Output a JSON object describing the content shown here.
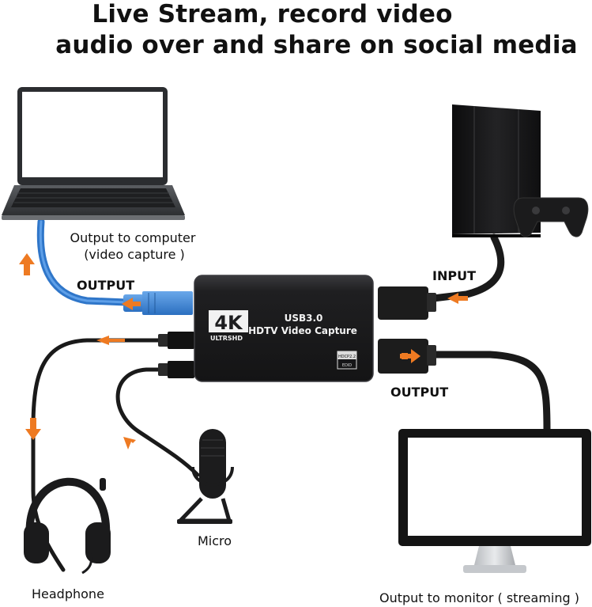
{
  "title": {
    "line1": "Live Stream, record video",
    "line2": "audio over and share on social media"
  },
  "labels": {
    "output_to_computer": "Output to computer",
    "video_capture": "(video capture )",
    "output_usb": "OUTPUT",
    "input": "INPUT",
    "output_hdmi": "OUTPUT",
    "micro": "Micro",
    "headphone": "Headphone",
    "output_to_monitor": "Output to monitor ( streaming )"
  },
  "device": {
    "badge": "4K",
    "badge_sub": "ULTRSHD",
    "usb": "USB3.0",
    "name": "HDTV Video Capture",
    "tag_top": "HDCP2.2",
    "tag_bottom": "EDID"
  },
  "colors": {
    "arrow": "#ee7a22",
    "usb_cable": "#3b86d6",
    "device_body": "#1d1d1f",
    "cable": "#1a1a1a"
  }
}
